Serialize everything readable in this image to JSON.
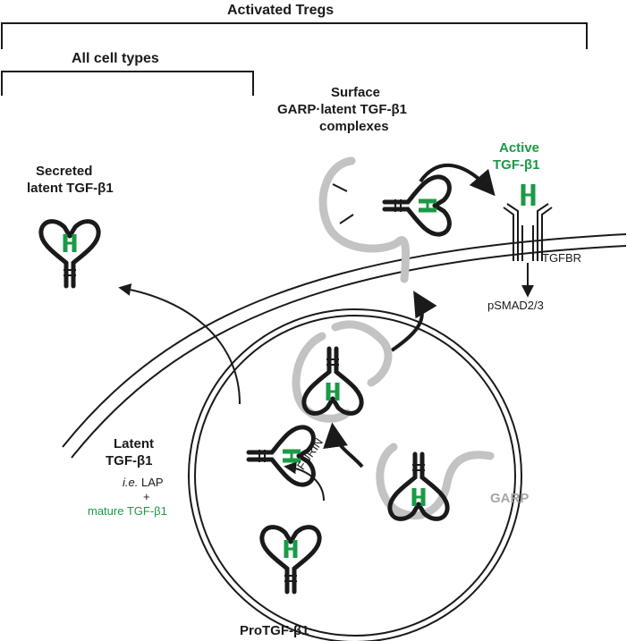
{
  "labels": {
    "activated_tregs": "Activated Tregs",
    "all_cell_types": "All cell types",
    "secreted_line1": "Secreted",
    "secreted_line2": "latent TGF-β1",
    "surface_line1": "Surface",
    "surface_line2": "GARP·latent TGF-β1",
    "surface_line3": "complexes",
    "active_line1": "Active",
    "active_line2": "TGF-β1",
    "tgfbr": "TGFBR",
    "psmad": "pSMAD2/3",
    "latent_line1": "Latent",
    "latent_line2": "TGF-β1",
    "ie_prefix": "i.e.",
    "lap": "LAP",
    "plus": "+",
    "mature": "mature TGF-β1",
    "furin": "FURIN",
    "garp": "GARP",
    "protgf": "ProTGF-β1"
  },
  "colors": {
    "outline": "#1a1a1a",
    "tgf_green": "#1a9a46",
    "garp_grey": "#c3c3c3",
    "text_green": "#1a9a46",
    "text_grey": "#a6a6a6"
  }
}
